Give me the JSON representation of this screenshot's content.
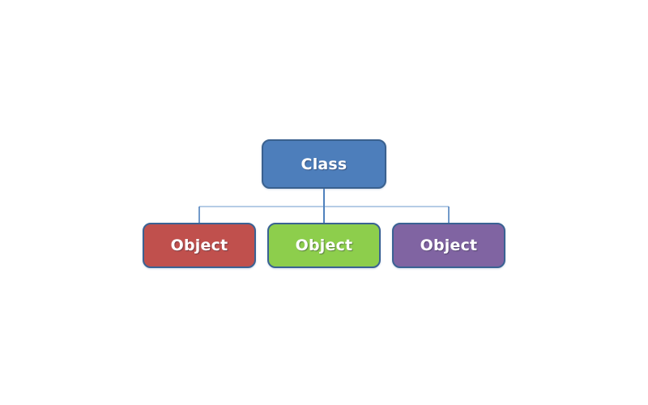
{
  "diagram": {
    "title": "class-object-hierarchy",
    "root": {
      "label": "Class",
      "fill": "#4d7ebb",
      "border": "#3a618f"
    },
    "children": [
      {
        "label": "Object",
        "fill": "#c0504d",
        "border": "#3a6293"
      },
      {
        "label": "Object",
        "fill": "#8dce4c",
        "border": "#3a6293"
      },
      {
        "label": "Object",
        "fill": "#8064a2",
        "border": "#3a6293"
      }
    ],
    "connectors": {
      "trunk_color": "#4f81bd",
      "branch_color": "#9dbbde"
    }
  }
}
